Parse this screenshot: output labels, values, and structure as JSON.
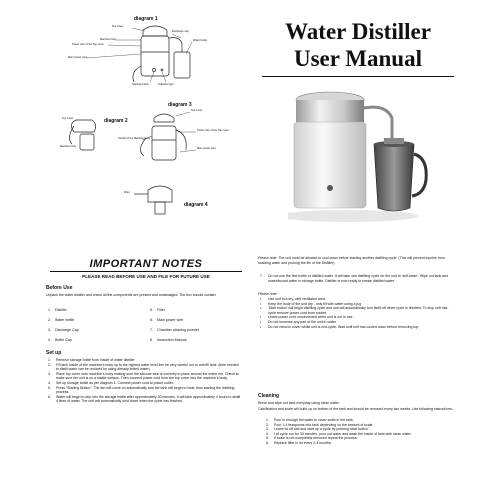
{
  "diagrams": {
    "d1": {
      "label": "diagram 1",
      "callouts": [
        "Top cover",
        "Machine body",
        "Power wire of the Top cover",
        "Main power wire",
        "Discharge cap",
        "Water bottle",
        "Starting button",
        "Indicator light"
      ]
    },
    "d2": {
      "label": "diagram 2",
      "callouts": [
        "Top cover",
        "Machine body"
      ]
    },
    "d3": {
      "label": "diagram 3",
      "callouts": [
        "Top cover",
        "Socket of the Machine body",
        "Power wire of the Top cover",
        "Main power wire"
      ]
    },
    "d4": {
      "label": "diagram 4",
      "callouts": [
        "Filter"
      ]
    }
  },
  "cover": {
    "title_line1": "Water Distiller",
    "title_line2": "User Manual"
  },
  "notes": {
    "title": "IMPORTANT NOTES",
    "subheading": "PLEASE READ BEFORE USE AND FILE FOR FUTURE USE",
    "before_use": {
      "heading": "Before Use",
      "intro": "Unpack the water distiller and check all the components are present and undamaged. The box should contain:",
      "items": [
        {
          "n": "1.",
          "t": "Distiller"
        },
        {
          "n": "5.",
          "t": "Filter"
        },
        {
          "n": "2.",
          "t": "Water bottle"
        },
        {
          "n": "6.",
          "t": "Main power wire"
        },
        {
          "n": "3.",
          "t": "Discharge Cap"
        },
        {
          "n": "7.",
          "t": "Chamber cleaning powder"
        },
        {
          "n": "4.",
          "t": "Bottle Cap"
        },
        {
          "n": "8.",
          "t": "Instruction Manual"
        }
      ]
    },
    "setup": {
      "heading": "Set up",
      "steps": [
        {
          "n": "1.",
          "t": "Remove storage bottle from inside of water distiller"
        },
        {
          "n": "2.",
          "t": "Fill tank inside of the machine's body up to the highest water level line be very careful not to overfill tank. (time needed to distill water can be reduced by using already boiled water)"
        },
        {
          "n": "3.",
          "t": "Place top cover onto machine's body making sure the silicone seal is correctly in place around the entire rim. Check to make sure the unit is on a stable surface. Then connect power cord from the top cover into the machine's body."
        },
        {
          "n": "4.",
          "t": "Set up storage bottle as per diagram 1. Connect power cord to power outlet."
        },
        {
          "n": "5.",
          "t": "Press \"Starting Button\". The fan will come on automatically and the tank will begin to heat, thus starting the distilling process."
        },
        {
          "n": "6.",
          "t": "Water will begin to drip into the storage bottle after approximately 30 minutes. It will take approximately 4 hours to distill 4 litres of water. The unit will automatically shut down when the cycle has finished."
        }
      ]
    }
  },
  "right": {
    "note1_label": "Please note:",
    "note1_text": "The unit must be allowed to cool down before starting another distilling cycle. (This will prevent injuries from scalding water and prolong the life of the Distiller).",
    "step7": {
      "n": "7.",
      "t": "Do not use the first bottle of distilled water. It will take one distilling cycle for the unit to 'self-clean'. Wipe out tank and rinse/discard water in storage bottle. Distiller is now ready to create distilled water."
    },
    "note2_label": "Please note:",
    "bullets": [
      "Use unit in a dry, well ventilated area.",
      "Keep the body of the unit dry - only fill with water using a jug",
      "'Start button' will begin distilling cycle and unit will automatically turn itself-off when cycle is finished. To stop unit mid-cycle remove power cord from socket.",
      "Leave power cord unconnected when unit is not in use.",
      "Do not immerse any part of the unit in water",
      "Do not remove cover whilst unit is mid-cycle. Wait until unit has cooled down before removing top."
    ],
    "cleaning": {
      "heading": "Cleaning",
      "intro": "Rinse and wipe out tank everyday using clean water.",
      "intro2": "Calcification and scale will build up on bottom of the tank and should be removed every two weeks. Use following instructions:-",
      "steps": [
        {
          "n": "1.",
          "t": "Pour in enough hot water to cover scale in the tank."
        },
        {
          "n": "2.",
          "t": "Pour 1-4 teaspoons into tank depending on the amount of scale."
        },
        {
          "n": "3.",
          "t": "Leave lid off unit and start up a cycle by pushing 'start button'."
        },
        {
          "n": "4.",
          "t": "Let cycle run for 30 minutes, pour out water and wash the inside of tank with clean water."
        },
        {
          "n": "5.",
          "t": "If scale is not completely removed repeat the process."
        },
        {
          "n": "6.",
          "t": "Replace filter in lid every 2-3 months."
        }
      ]
    }
  }
}
